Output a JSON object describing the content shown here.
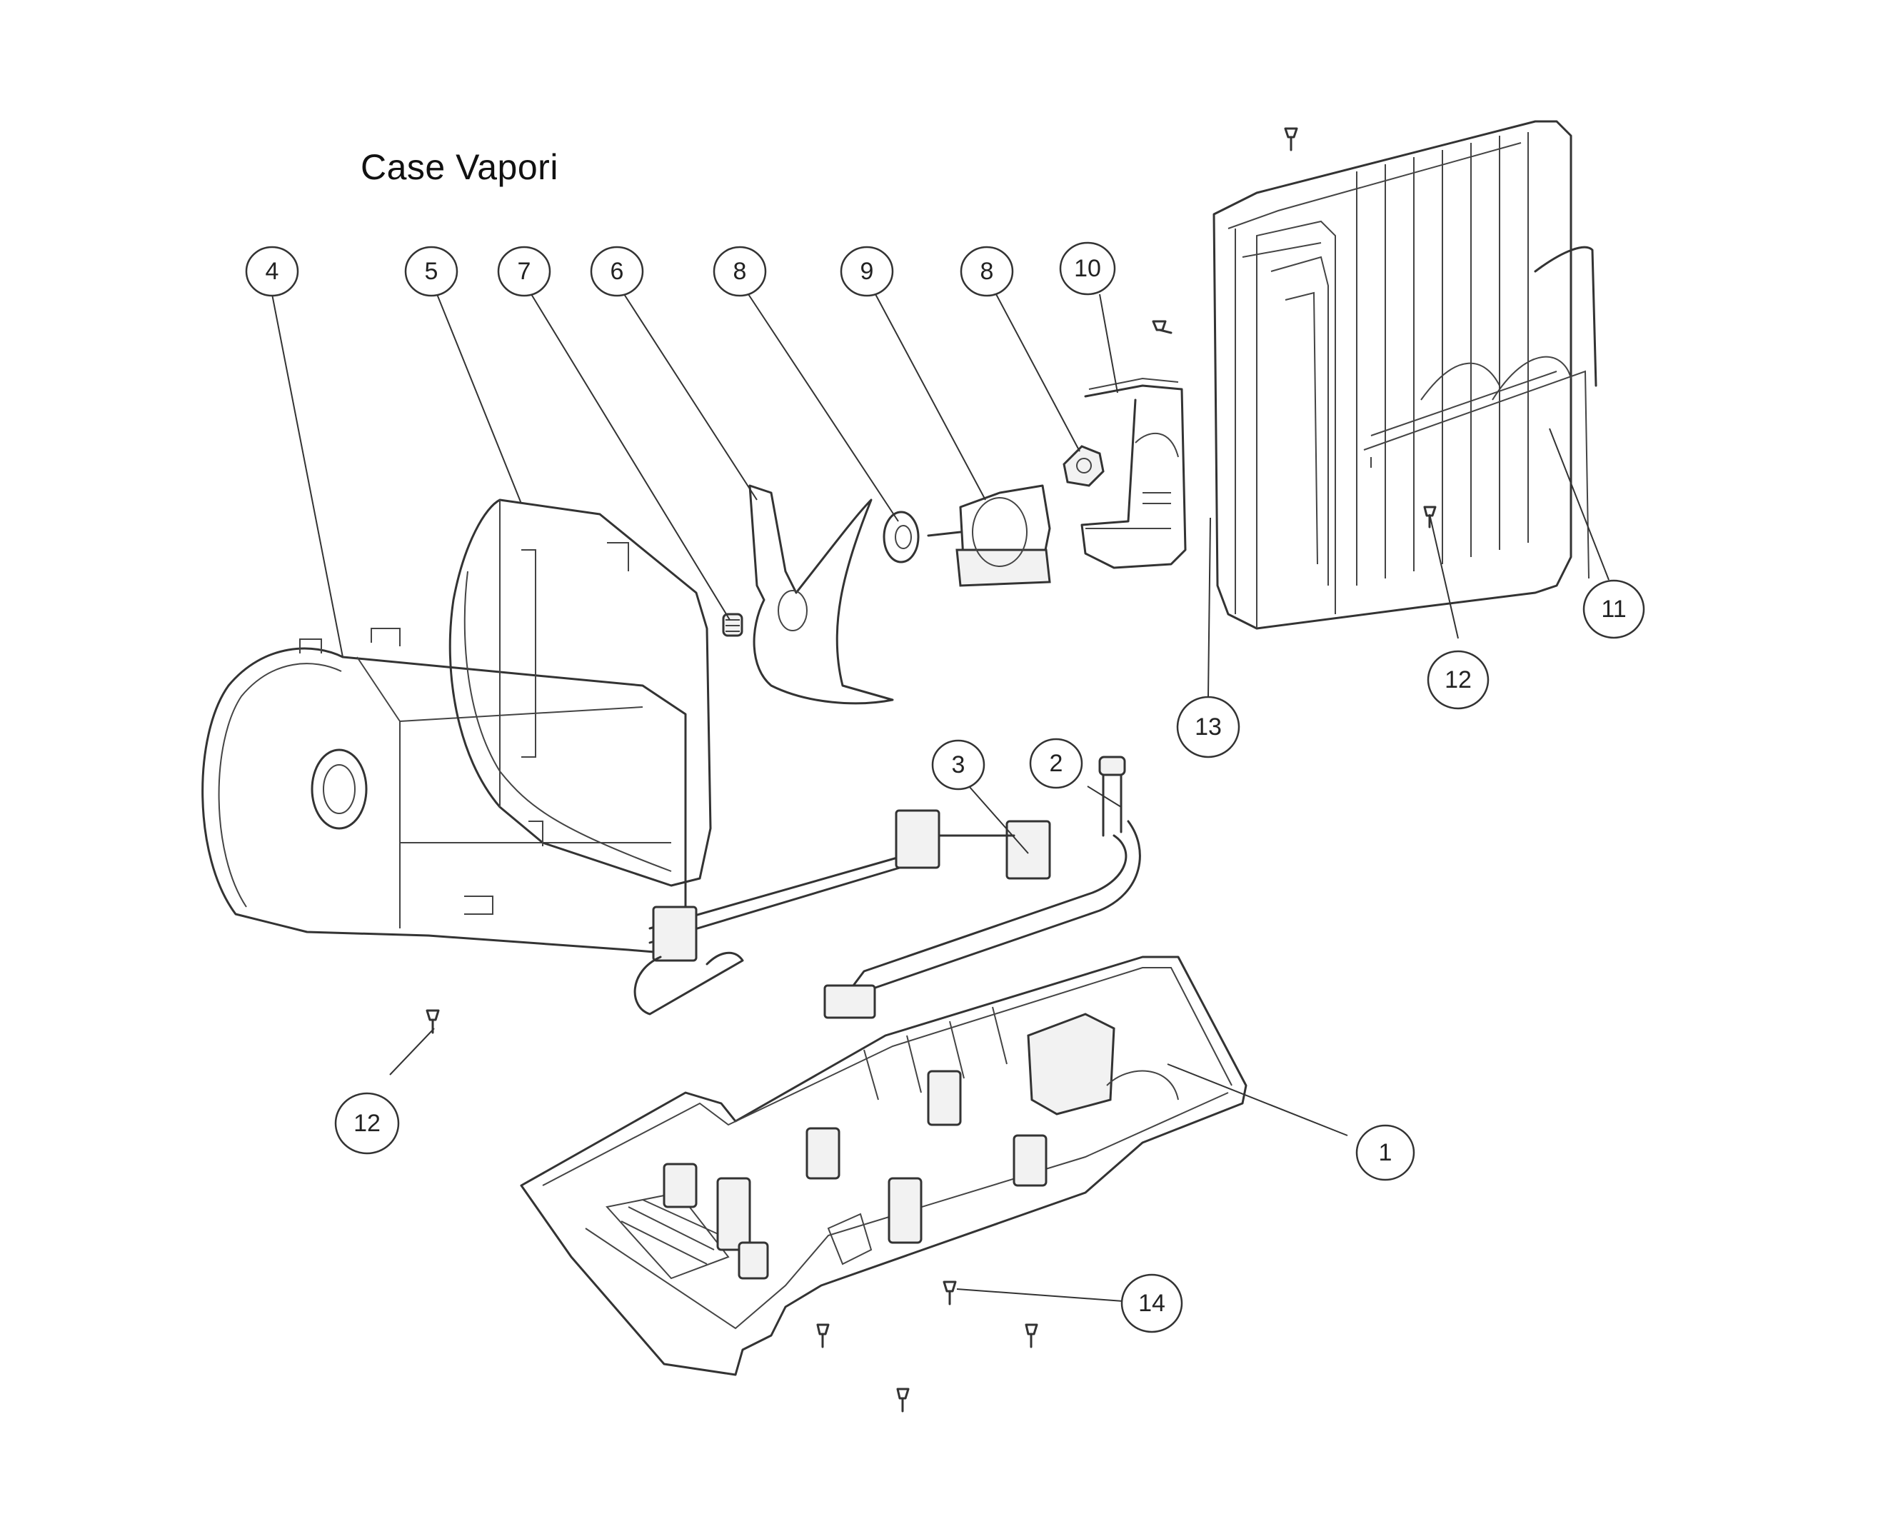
{
  "title": "Case Vapori",
  "callouts": [
    {
      "id": "c4",
      "label": "4"
    },
    {
      "id": "c5",
      "label": "5"
    },
    {
      "id": "c7",
      "label": "7"
    },
    {
      "id": "c6",
      "label": "6"
    },
    {
      "id": "c8a",
      "label": "8"
    },
    {
      "id": "c9",
      "label": "9"
    },
    {
      "id": "c8b",
      "label": "8"
    },
    {
      "id": "c10",
      "label": "10"
    },
    {
      "id": "c3",
      "label": "3"
    },
    {
      "id": "c2",
      "label": "2"
    },
    {
      "id": "c13",
      "label": "13"
    },
    {
      "id": "c12a",
      "label": "12"
    },
    {
      "id": "c11",
      "label": "11"
    },
    {
      "id": "c12b",
      "label": "12"
    },
    {
      "id": "c1",
      "label": "1"
    },
    {
      "id": "c14",
      "label": "14"
    }
  ]
}
